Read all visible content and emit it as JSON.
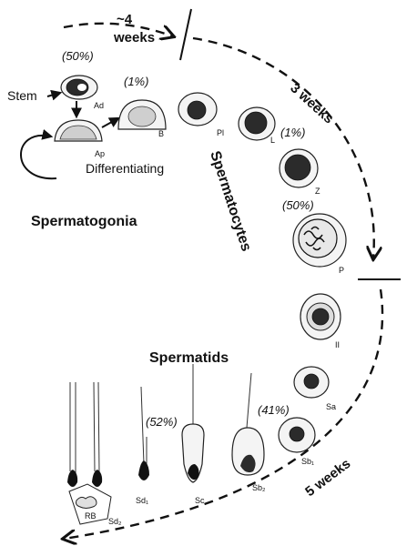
{
  "timeline": {
    "first": "~4",
    "first_unit": "weeks",
    "second": "3 weeks",
    "third": "5 weeks"
  },
  "groups": {
    "spermatogonia": "Spermatogonia",
    "spermatocytes": "Spermatocytes",
    "spermatids": "Spermatids"
  },
  "annotations": {
    "stem": "Stem",
    "differentiating": "Differentiating"
  },
  "percentages": {
    "ad": "(50%)",
    "b": "(1%)",
    "l": "(1%)",
    "p": "(50%)",
    "sd1": "(52%)",
    "sb1": "(41%)"
  },
  "cells": {
    "ad": "Ad",
    "ap": "Ap",
    "b": "B",
    "pl": "Pl",
    "l": "L",
    "z": "Z",
    "p": "P",
    "ii": "II",
    "sa": "Sa",
    "sb1": "Sb₁",
    "sb2": "Sb₂",
    "sc": "Sc",
    "sd1": "Sd₁",
    "sd2": "Sd₂",
    "rb": "RB"
  }
}
